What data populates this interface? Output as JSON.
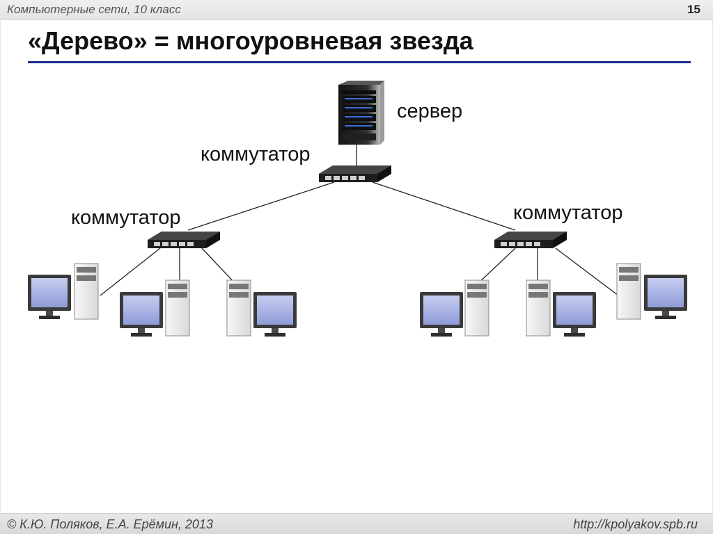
{
  "header": {
    "course": "Компьютерные сети, 10 класс",
    "page_number": "15"
  },
  "title": "«Дерево» = многоуровневая звезда",
  "labels": {
    "server": "сервер",
    "switch_top": "коммутатор",
    "switch_left": "коммутатор",
    "switch_right": "коммутатор"
  },
  "footer": {
    "authors": "© К.Ю. Поляков, Е.А. Ерёмин, 2013",
    "url": "http://kpolyakov.spb.ru"
  },
  "colors": {
    "title_rule": "#1b2a8c",
    "screen": "#a9b4e6",
    "switch_body": "#1e1e1e"
  }
}
